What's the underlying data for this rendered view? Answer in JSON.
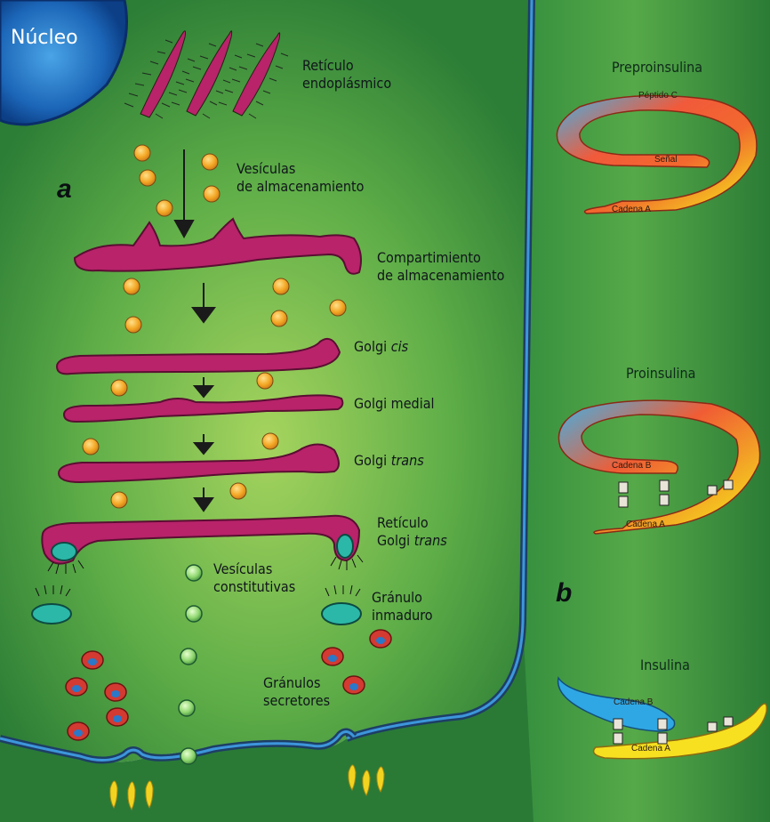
{
  "panel_a": {
    "letter": "a",
    "nucleus": "Núcleo",
    "er": [
      "Retículo",
      "endoplásmico"
    ],
    "storage_vesicles": [
      "Vesículas",
      "de almacenamiento"
    ],
    "storage_compartment": [
      "Compartimiento",
      "de almacenamiento"
    ],
    "golgi_cis_word": "Golgi",
    "golgi_cis_italic": "cis",
    "golgi_medial": "Golgi medial",
    "golgi_trans_word": "Golgi",
    "golgi_trans_italic": "trans",
    "tgn_line1": "Retículo",
    "tgn_word": "Golgi",
    "tgn_italic": "trans",
    "constitutive_vesicles": [
      "Vesículas",
      "constitutivas"
    ],
    "immature_granule": [
      "Gránulo",
      "inmaduro"
    ],
    "secretory_granules": [
      "Gránulos",
      "secretores"
    ]
  },
  "panel_b": {
    "letter": "b",
    "preproinsulin": {
      "title": "Preproinsulina",
      "peptide_c": "Péptido C",
      "signal": "Señal",
      "chain_a": "Cadena A"
    },
    "proinsulin": {
      "title": "Proinsulina",
      "chain_b": "Cadena B",
      "chain_a": "Cadena A"
    },
    "insulin": {
      "title": "Insulina",
      "chain_b": "Cadena B",
      "chain_a": "Cadena A"
    }
  },
  "colors": {
    "cytoplasm": "#4fa84a",
    "cytoplasm_light": "#9ccf5c",
    "membrane_blue": "#2c7bc2",
    "membrane_dark": "#1f3a5e",
    "organelle_magenta": "#c2256e",
    "vesicle_orange": "#f0a020",
    "granule_red": "#d23a32",
    "teal_granule": "#2bb8a8"
  }
}
